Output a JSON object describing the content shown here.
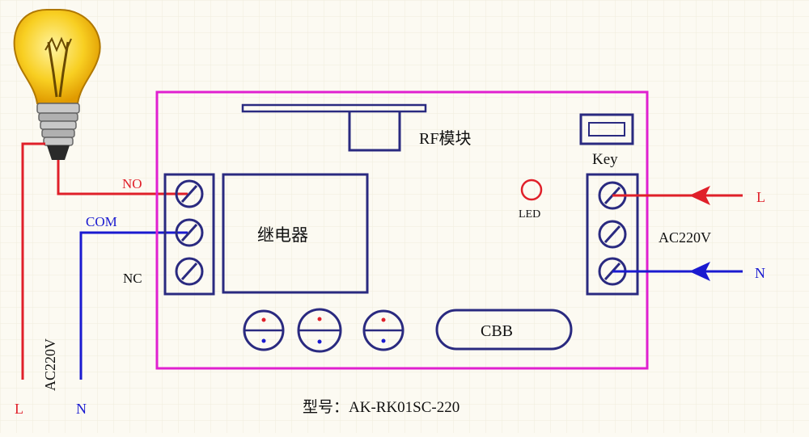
{
  "module": {
    "rf_label": "RF模块",
    "key_label": "Key",
    "led_label": "LED",
    "relay_label": "继电器",
    "cbb_label": "CBB",
    "model_label": "型号：AK-RK01SC-220"
  },
  "left_terminals": {
    "no": "NO",
    "com": "COM",
    "nc": "NC"
  },
  "right_side": {
    "voltage": "AC220V",
    "line_in": "L",
    "neutral_in": "N"
  },
  "left_supply": {
    "voltage": "AC220V",
    "line": "L",
    "neutral": "N"
  },
  "colors": {
    "line_wire": "#e0202a",
    "neutral_wire": "#1a1ad0",
    "board_border": "#e020d0",
    "component_outline": "#2a2a80",
    "grid": "#ecead8",
    "bulb_glass": "#f6c20a"
  }
}
